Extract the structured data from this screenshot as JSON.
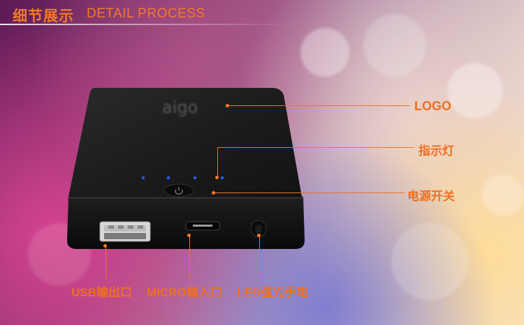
{
  "header": {
    "title_cn": "细节展示",
    "title_en": "DETAIL PROCESS"
  },
  "device": {
    "logo_text": "aigo"
  },
  "callouts": {
    "logo": "LOGO",
    "indicator": "指示灯",
    "power_switch": "电源开关",
    "usb_port": "USB输出口",
    "micro_port": "MICRO输入口",
    "led_light": "LED强光手电"
  },
  "colors": {
    "accent": "#f07a2a",
    "device_body": "#1a1a1a",
    "indicator_led": "#2a5bff"
  }
}
